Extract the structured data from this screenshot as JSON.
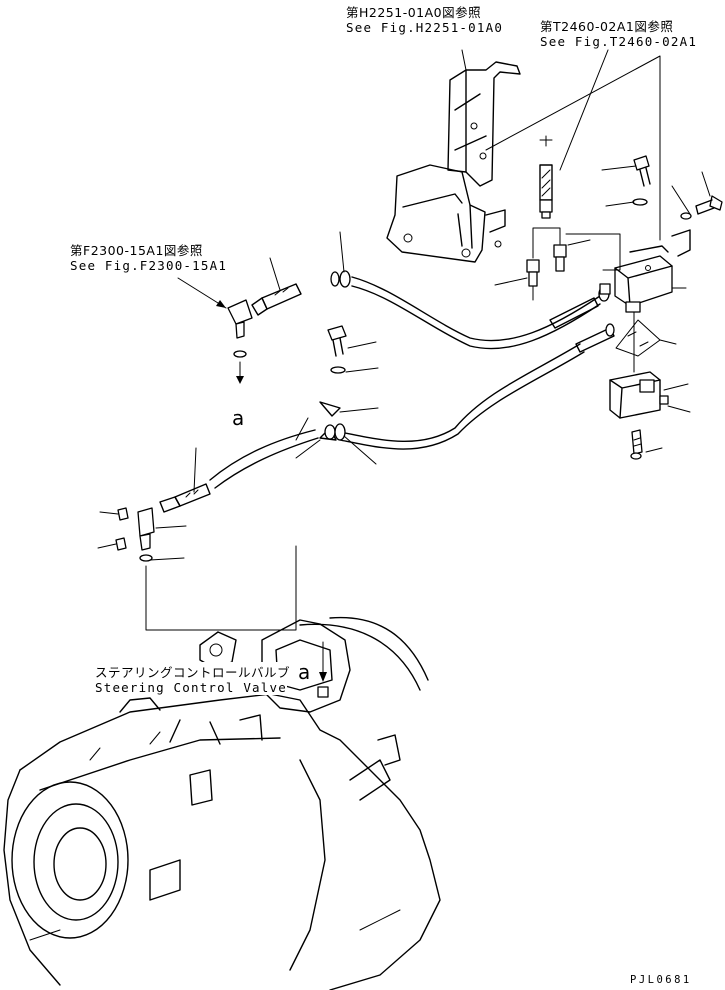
{
  "references": {
    "h2251": {
      "jp": "第H2251-01A0図参照",
      "en": "See Fig.H2251-01A0"
    },
    "t2460": {
      "jp": "第T2460-02A1図参照",
      "en": "See Fig.T2460-02A1"
    },
    "f2300": {
      "jp": "第F2300-15A1図参照",
      "en": "See Fig.F2300-15A1"
    }
  },
  "connection_labels": {
    "a1": "a",
    "a2": "a"
  },
  "components": {
    "steering_valve": {
      "jp": "ステアリングコントロールバルブ",
      "en": "Steering Control Valve"
    }
  },
  "sheet_id": "PJL0681"
}
